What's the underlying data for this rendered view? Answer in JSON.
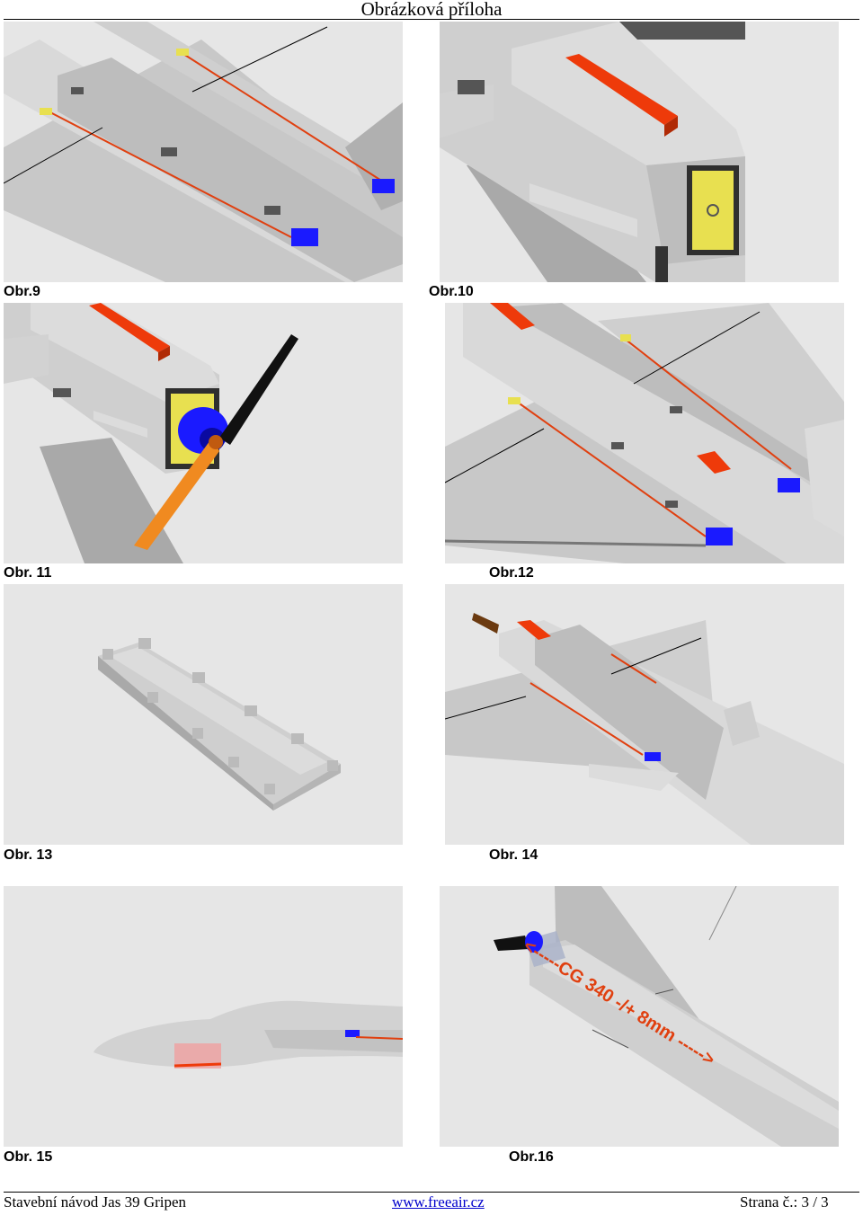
{
  "header": {
    "title": "Obrázková příloha"
  },
  "figures": [
    {
      "caption": "Obr.9"
    },
    {
      "caption": "Obr.10"
    },
    {
      "caption": "Obr. 11"
    },
    {
      "caption": "Obr.12"
    },
    {
      "caption": "Obr. 13"
    },
    {
      "caption": "Obr. 14"
    },
    {
      "caption": "Obr. 15"
    },
    {
      "caption": "Obr.16",
      "cg_label": "<-----CG 340 -/+ 8mm ----->"
    }
  ],
  "footer": {
    "left": "Stavební návod Jas 39 Gripen",
    "link": "www.freeair.cz",
    "right": "Strana č.: 3 / 3"
  },
  "colors": {
    "background_render": "#e6e6e6",
    "servo": "#1a1aff",
    "pushrod": "#e04010",
    "battery_bar": "#ee3a0a",
    "motor_mount": "#e8e050",
    "propeller": "#f08a20"
  }
}
